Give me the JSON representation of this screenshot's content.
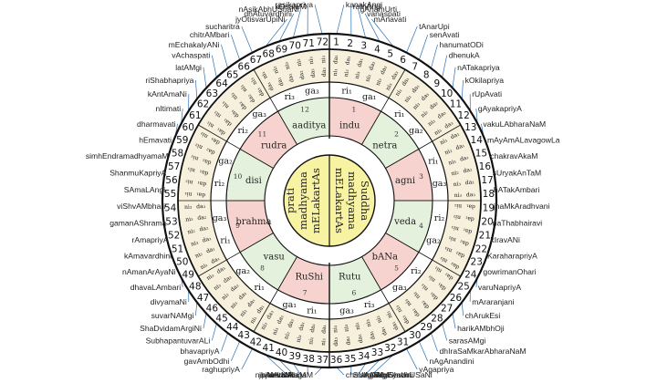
{
  "colors": {
    "line": "#2a6fb5",
    "ring_cream": "#f6f0dc",
    "chakra_green": "#e4f1dd",
    "chakra_pink": "#f6d3cf",
    "center_yellow": "#f8f3a2",
    "border": "#111111"
  },
  "melakarta": [
    "kanakAngi",
    "ratnAngi",
    "gAnamUrti",
    "vanaspati",
    "mAnavati",
    "tAnarUpi",
    "senAvati",
    "hanumatODi",
    "dhenukA",
    "nATakapriya",
    "kOkilapriya",
    "rUpAvati",
    "gAyakapriyA",
    "vakuLAbharaNaM",
    "mAyAmALavagowLa",
    "chakravAkaM",
    "sUryakAnTaM",
    "hATakAmbari",
    "jhaMkAradhvani",
    "naThabhairavi",
    "kIravANi",
    "KaraharapriyA",
    "gowrimanOhari",
    "varuNapriyA",
    "mAraranjani",
    "chArukEsi",
    "harikAMbhOji",
    "sarasAMgi",
    "dhIraSaMkarAbharaNaM",
    "nAgAnandini",
    "yAgapriya",
    "rAgavardini",
    "gAMgEyabhUSaNi",
    "vAgadhIShvari",
    "SUlini",
    "chalanATa",
    "sAlagaM",
    "jalArNavaM",
    "jhAlavarALi",
    "navanItaM",
    "pAvani",
    "raghupriyA",
    "gavAmbOdhi",
    "bhavapriyA",
    "SubhapantuvarALi",
    "ShaDvidamArgiNi",
    "suvarNAMgi",
    "divyamaNi",
    "dhavaLAmbari",
    "nAmanArAyaNi",
    "kAmavardhini",
    "rAmapriyA",
    "gamanAShrama",
    "viShvAMbhari",
    "SAmaLAngi",
    "ShanmuKapriyA",
    "simhEndramadhyamaM",
    "hEmavati",
    "dharmavati",
    "nItimati",
    "kAntAmaNi",
    "riShabhapriya",
    "latAMgi",
    "vAchaspati",
    "mEchakalyANi",
    "chitrAMbari",
    "sucharitra",
    "jyOtisvarUpiNi",
    "dhAtuvardhini",
    "nAsikAbhUShaNi",
    "kOsalaM",
    "rasikapriya"
  ],
  "chakras": [
    "indu",
    "netra",
    "agni",
    "veda",
    "bANa",
    "Rutu",
    "RuShi",
    "vasu",
    "brahma",
    "disi",
    "rudra",
    "aaditya"
  ],
  "center": {
    "left": [
      "prati",
      "madhyama",
      "mELakartAs"
    ],
    "right": [
      "Suddha",
      "madhyama",
      "mELakartAs"
    ]
  },
  "ri_labels": [
    "ri1",
    "ri1",
    "ri1",
    "ri2",
    "ri2",
    "ri3"
  ],
  "ga_labels": [
    "ga1",
    "ga2",
    "ga3",
    "ga2",
    "ga3",
    "ga3"
  ],
  "da_ni_cycle": [
    [
      "da1",
      "ni1"
    ],
    [
      "da1",
      "ni2"
    ],
    [
      "da1",
      "ni3"
    ],
    [
      "da2",
      "ni2"
    ],
    [
      "da2",
      "ni3"
    ],
    [
      "da3",
      "ni3"
    ]
  ]
}
